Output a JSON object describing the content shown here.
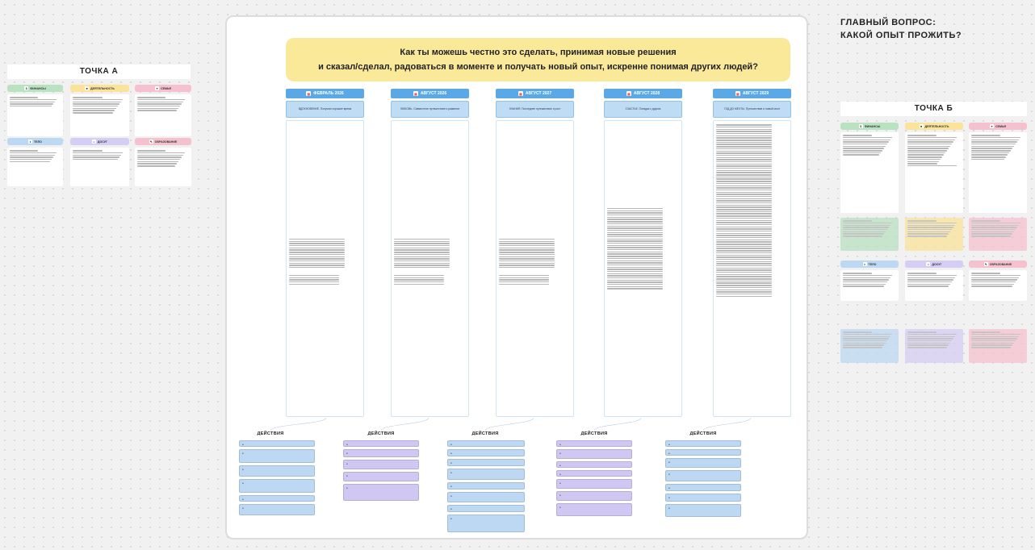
{
  "question": {
    "line1": "Как ты можешь честно это сделать, принимая новые решения",
    "line2": "и сказал/сделал, радоваться в моменте и получать новый опыт, искренне понимая других людей?"
  },
  "main_question": {
    "line1": "ГЛАВНЫЙ ВОПРОС:",
    "line2": "КАКОЙ ОПЫТ ПРОЖИТЬ?"
  },
  "point_a": {
    "title": "ТОЧКА А",
    "categories": [
      {
        "label": "ФИНАНСЫ",
        "color": "#b9e2c0",
        "icon": "money-icon",
        "glyph": "$"
      },
      {
        "label": "ДЕЯТЕЛЬНОСТЬ",
        "color": "#fbe39a",
        "icon": "briefcase-icon",
        "glyph": "■"
      },
      {
        "label": "СЕМЬЯ",
        "color": "#f6c1cf",
        "icon": "heart-icon",
        "glyph": "♥"
      },
      {
        "label": "ТЕЛО",
        "color": "#bcd8f2",
        "icon": "body-icon",
        "glyph": "♦"
      },
      {
        "label": "ДОСУГ",
        "color": "#d5cdf3",
        "icon": "leisure-icon",
        "glyph": "☺"
      },
      {
        "label": "ОБРАЗОВАНИЕ",
        "color": "#f6c1cf",
        "icon": "book-icon",
        "glyph": "✎"
      }
    ]
  },
  "point_b": {
    "title": "ТОЧКА Б",
    "categories": [
      {
        "label": "ФИНАНСЫ",
        "color": "#b9e2c0",
        "icon": "money-icon",
        "glyph": "$"
      },
      {
        "label": "ДЕЯТЕЛЬНОСТЬ",
        "color": "#fbe39a",
        "icon": "briefcase-icon",
        "glyph": "■"
      },
      {
        "label": "СЕМЬЯ",
        "color": "#f6c1cf",
        "icon": "heart-icon",
        "glyph": "♥"
      },
      {
        "label": "ТЕЛО",
        "color": "#bcd8f2",
        "icon": "body-icon",
        "glyph": "♦"
      },
      {
        "label": "ДОСУГ",
        "color": "#d5cdf3",
        "icon": "leisure-icon",
        "glyph": "☺"
      },
      {
        "label": "ОБРАЗОВАНИЕ",
        "color": "#f6c1cf",
        "icon": "book-icon",
        "glyph": "✎"
      }
    ]
  },
  "dates": [
    {
      "label": "ФЕВРАЛЬ 2026",
      "sub": "ВДОХНОВЕНИЕ. Получаю хорошее время"
    },
    {
      "label": "АВГУСТ 2026",
      "sub": "ЛЮБОВЬ. Совместное путешествие и развитие"
    },
    {
      "label": "АВГУСТ 2027",
      "sub": "ЗНАНИЯ. Последнее путешествие и рост"
    },
    {
      "label": "АВГУСТ 2028",
      "sub": "СЧАСТЬЕ. Поездка с другом"
    },
    {
      "label": "АВГУСТ 2029",
      "sub": "ГОД ДО МЕЧТЫ. Путешествие и новый опыт"
    }
  ],
  "actions_label": "ДЕЙСТВИЯ"
}
